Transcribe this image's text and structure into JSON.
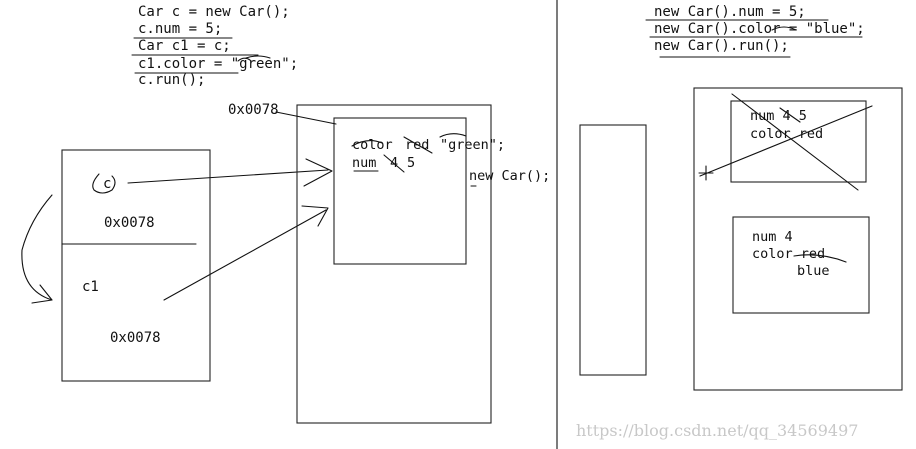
{
  "left_code": {
    "line1": "Car c = new Car();",
    "line2": "c.num = 5;",
    "line3": "Car c1 = c;",
    "line4": "c1.color = \"green\";",
    "line5": "c.run();"
  },
  "right_code": {
    "line1": "new Car().num = 5;",
    "line2": "new Car().color = \"blue\";",
    "line3": "new Car().run();"
  },
  "stack": {
    "var_c": "c",
    "addr_c": "0x0078",
    "var_c1": "c1",
    "addr_c1": "0x0078"
  },
  "heap_left": {
    "addr_label": "0x0078",
    "color_prefix": "color",
    "color_old": "red",
    "color_new": "\"green\";",
    "num_label": "num",
    "num_old": "4",
    "num_new": "5",
    "new_car": "new Car();"
  },
  "heap_right": {
    "obj1_num": "num 4 5",
    "obj1_color": "color red",
    "obj2_num": "num 4",
    "obj2_color": "color red",
    "obj2_blue": "blue"
  },
  "watermark": "https://blog.csdn.net/qq_34569497"
}
